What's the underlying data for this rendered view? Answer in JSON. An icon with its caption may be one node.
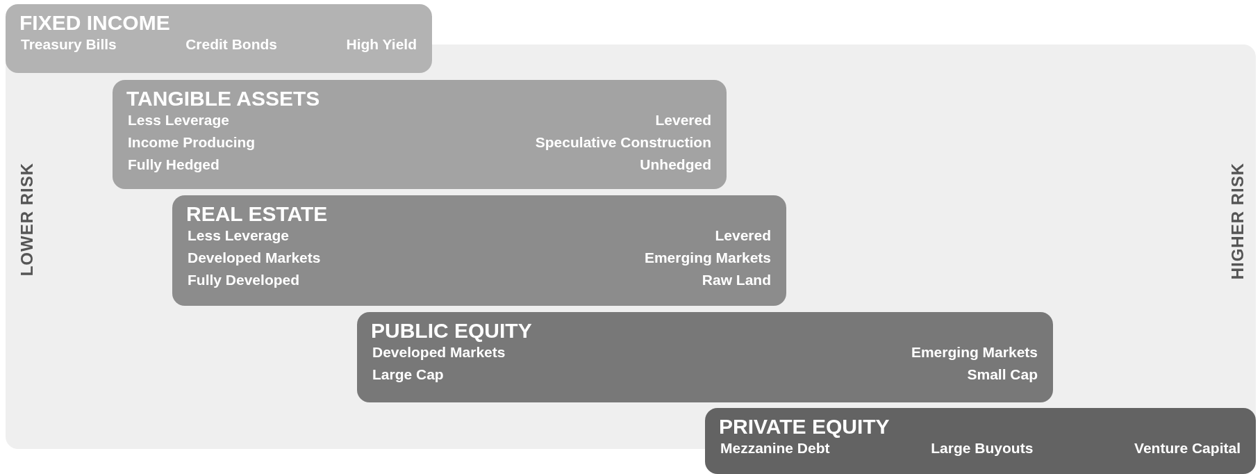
{
  "diagram": {
    "nodes": [
      {
        "text": [
          "LOWER RISK",
          "HIGHER RISK"
        ]
      },
      {
        "text": [
          "FIXED INCOME",
          "Treasury Bills",
          "Credit Bonds",
          "High Yield"
        ]
      },
      {
        "text": [
          "TANGIBLE ASSETS",
          "Less Leverage",
          "Levered",
          "Income Producing",
          "Speculative Construction",
          "Fully Hedged",
          "Unhedged"
        ],
        "in": 0
      },
      {
        "text": [
          "REAL ESTATE",
          "Less Leverage",
          "Levered",
          "Developed Markets",
          "Emerging Markets",
          "Fully Developed",
          "Raw Land"
        ],
        "in": 0
      },
      {
        "text": [
          "PUBLIC EQUITY",
          "Developed Markets",
          "Emerging Markets",
          "Large Cap",
          "Small Cap"
        ],
        "in": 0
      },
      {
        "text": [
          "PRIVATE EQUITY",
          "Mezzanine Debt",
          "Large Buyouts",
          "Venture Capital"
        ]
      }
    ]
  }
}
